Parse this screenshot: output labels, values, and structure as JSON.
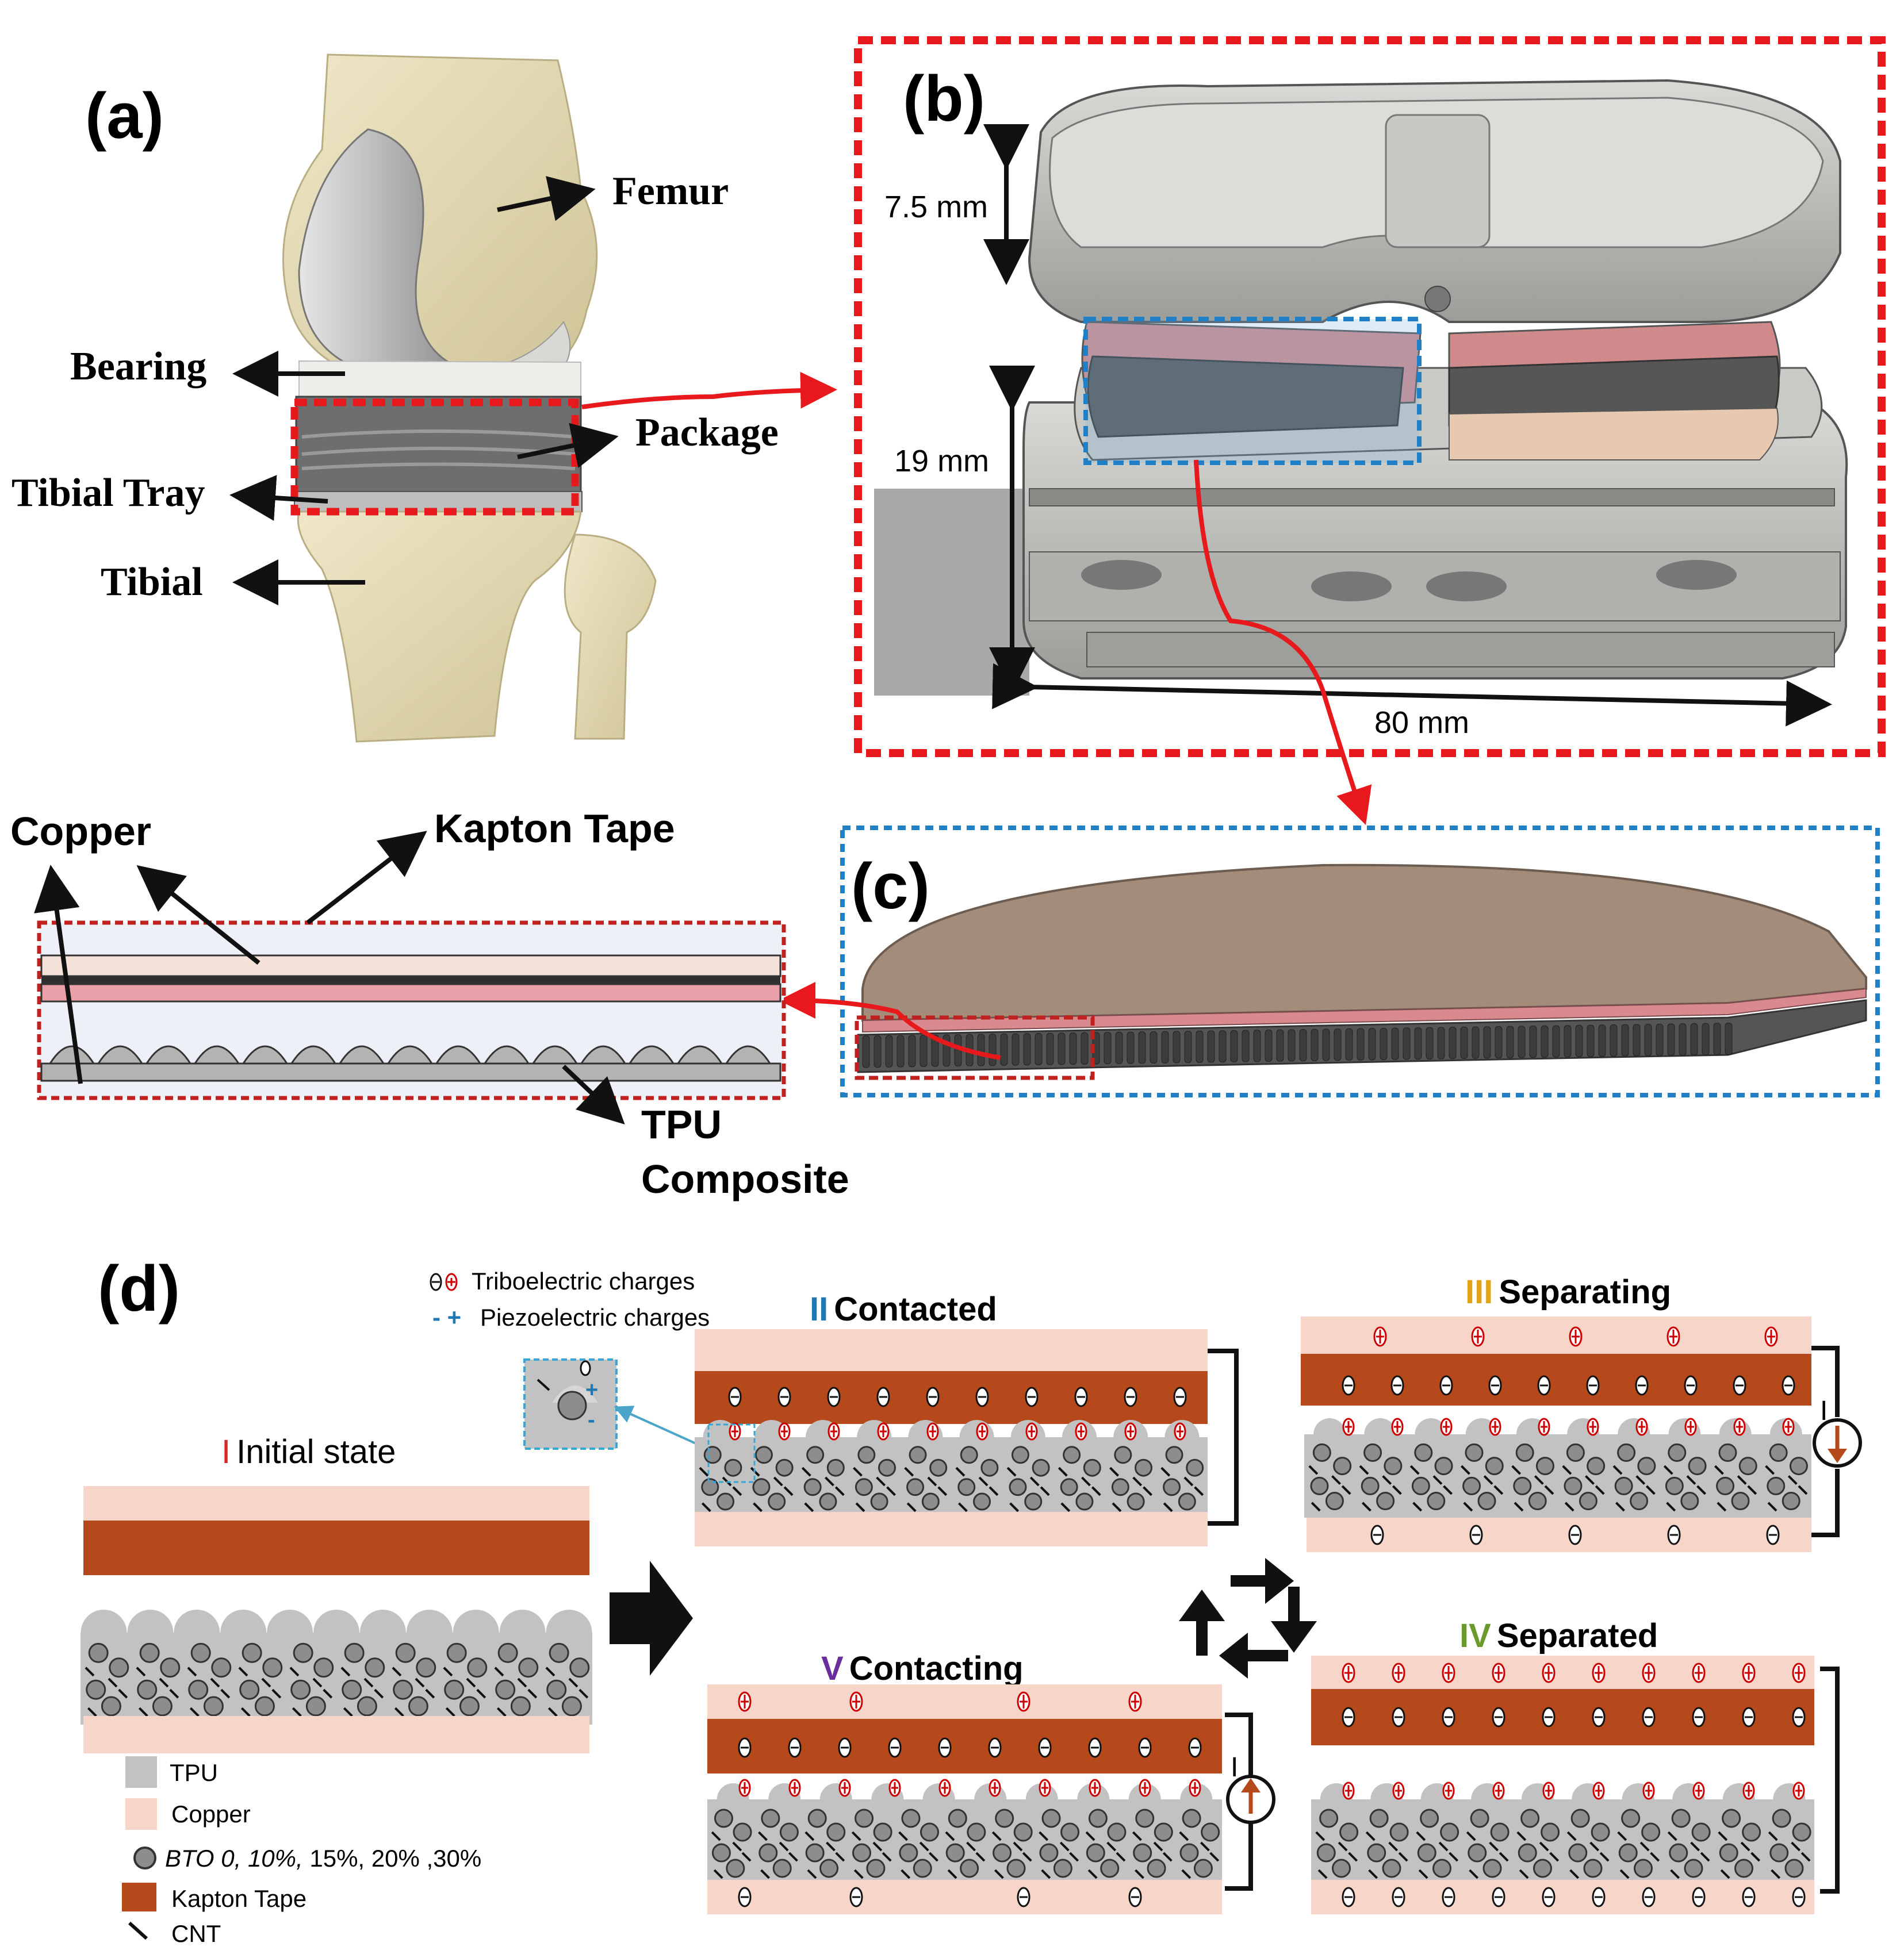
{
  "panels": {
    "a": "(a)",
    "b": "(b)",
    "c": "(c)",
    "d": "(d)"
  },
  "knee": {
    "femur": "Femur",
    "bearing": "Bearing",
    "package": "Package",
    "tibial_tray": "Tibial Tray",
    "tibial": "Tibial"
  },
  "dimensions": {
    "top": "7.5 mm",
    "height": "19 mm",
    "width": "80 mm"
  },
  "layers": {
    "copper": "Copper",
    "kapton": "Kapton Tape",
    "tpu_line1": "TPU",
    "tpu_line2": "Composite"
  },
  "charges_legend": {
    "tribo": "Triboelectric charges",
    "piezo": "Piezoelectric charges",
    "piezo_symbols": "- +"
  },
  "states": {
    "s1_num": "I",
    "s1": "Initial state",
    "s2_num": "II",
    "s2": "Contacted",
    "s3_num": "III",
    "s3": "Separating",
    "s4_num": "IV",
    "s4": "Separated",
    "s5_num": "V",
    "s5": "Contacting"
  },
  "current_label": "I",
  "legend": {
    "tpu": "TPU",
    "copper": "Copper",
    "bto_italic": "BTO 0, 10%,",
    "bto_rest": " 15%, 20% ,30%",
    "kapton": "Kapton Tape",
    "cnt": "CNT"
  },
  "colors": {
    "copper": "#f7d5c9",
    "kapton": "#b5491b",
    "tpu": "#c2c2c2",
    "red_frame": "#e8191c",
    "blue_frame": "#1f7fc7",
    "state_I": "#d62728",
    "state_II": "#1f77b4",
    "state_III": "#e0a31a",
    "state_IV": "#6a9a2c",
    "state_V": "#6b2f9c"
  }
}
